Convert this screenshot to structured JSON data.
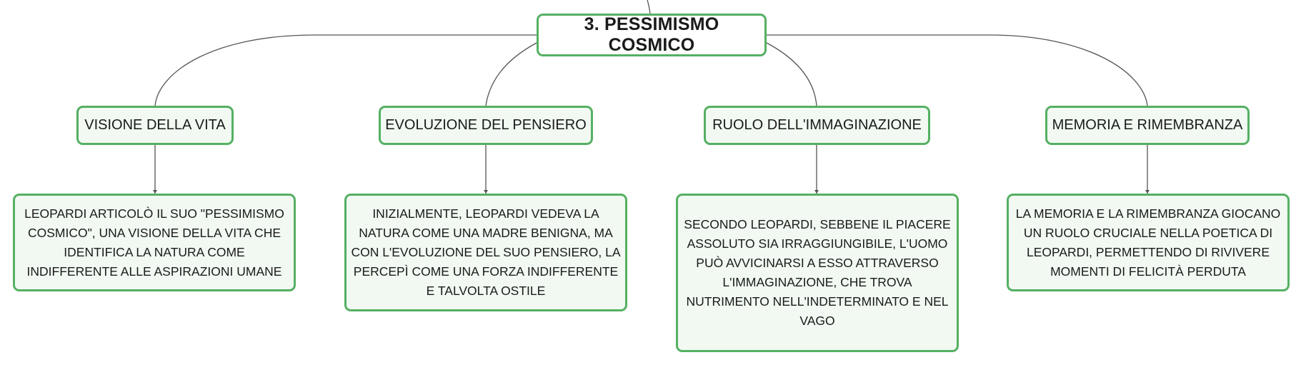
{
  "root": {
    "label": "3. PESSIMISMO COSMICO"
  },
  "topics": [
    {
      "label": "VISIONE DELLA VITA",
      "detail": "LEOPARDI ARTICOLÒ IL SUO \"PESSIMISMO COSMICO\", UNA VISIONE DELLA VITA CHE IDENTIFICA LA NATURA COME INDIFFERENTE ALLE ASPIRAZIONI UMANE"
    },
    {
      "label": "EVOLUZIONE DEL PENSIERO",
      "detail": "INIZIALMENTE, LEOPARDI VEDEVA LA NATURA COME UNA MADRE BENIGNA, MA CON L'EVOLUZIONE DEL SUO PENSIERO, LA PERCEPÌ COME UNA FORZA INDIFFERENTE E TALVOLTA OSTILE"
    },
    {
      "label": "RUOLO DELL'IMMAGINAZIONE",
      "detail": "SECONDO LEOPARDI, SEBBENE IL PIACERE ASSOLUTO SIA IRRAGGIUNGIBILE, L'UOMO PUÒ AVVICINARSI A ESSO ATTRAVERSO L'IMMAGINAZIONE, CHE TROVA NUTRIMENTO NELL'INDETERMINATO E NEL VAGO"
    },
    {
      "label": "MEMORIA E RIMEMBRANZA",
      "detail": "LA MEMORIA E LA RIMEMBRANZA GIOCANO UN RUOLO CRUCIALE NELLA POETICA DI LEOPARDI, PERMETTENDO DI RIVIVERE MOMENTI DI FELICITÀ PERDUTA"
    }
  ],
  "colors": {
    "node_border": "#55b063",
    "node_fill": "#f1f9f2",
    "connector": "#555555"
  }
}
